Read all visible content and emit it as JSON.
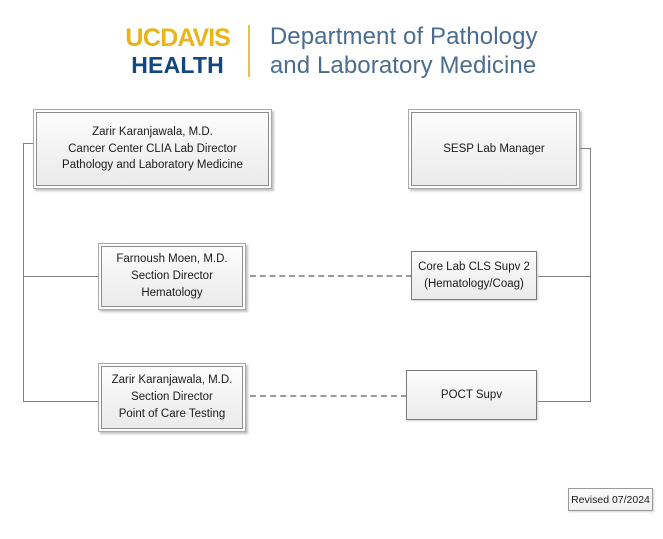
{
  "header": {
    "logo": {
      "uc": "UC",
      "davis": "DAVIS",
      "health": "HEALTH",
      "gold": "#eab516",
      "navy": "#13477f",
      "divider_color": "#e3c257"
    },
    "department": {
      "line1": "Department of Pathology",
      "line2": "and Laboratory Medicine",
      "color": "#4a6c8f"
    }
  },
  "chart": {
    "left_column": [
      {
        "id": "cancer-center-clia-lab-director",
        "lines": [
          "Zarir Karanjawala, M.D.",
          "Cancer Center CLIA Lab Director",
          "Pathology and Laboratory Medicine"
        ]
      },
      {
        "id": "section-director-hematology",
        "lines": [
          "Farnoush Moen, M.D.",
          "Section Director",
          "Hematology"
        ]
      },
      {
        "id": "section-director-point-of-care-testing",
        "lines": [
          "Zarir Karanjawala, M.D.",
          "Section Director",
          "Point of Care Testing"
        ]
      }
    ],
    "right_column": [
      {
        "id": "sesp-lab-manager",
        "lines": [
          "SESP Lab Manager"
        ]
      },
      {
        "id": "core-lab-cls-supv-2",
        "lines": [
          "Core Lab CLS Supv 2",
          "(Hematology/Coag)"
        ]
      },
      {
        "id": "poct-supv",
        "lines": [
          "POCT Supv"
        ]
      }
    ],
    "connector_color": "#808080",
    "dashed_color": "#9a9a9a"
  },
  "footer": {
    "revision": "Revised 07/2024"
  }
}
